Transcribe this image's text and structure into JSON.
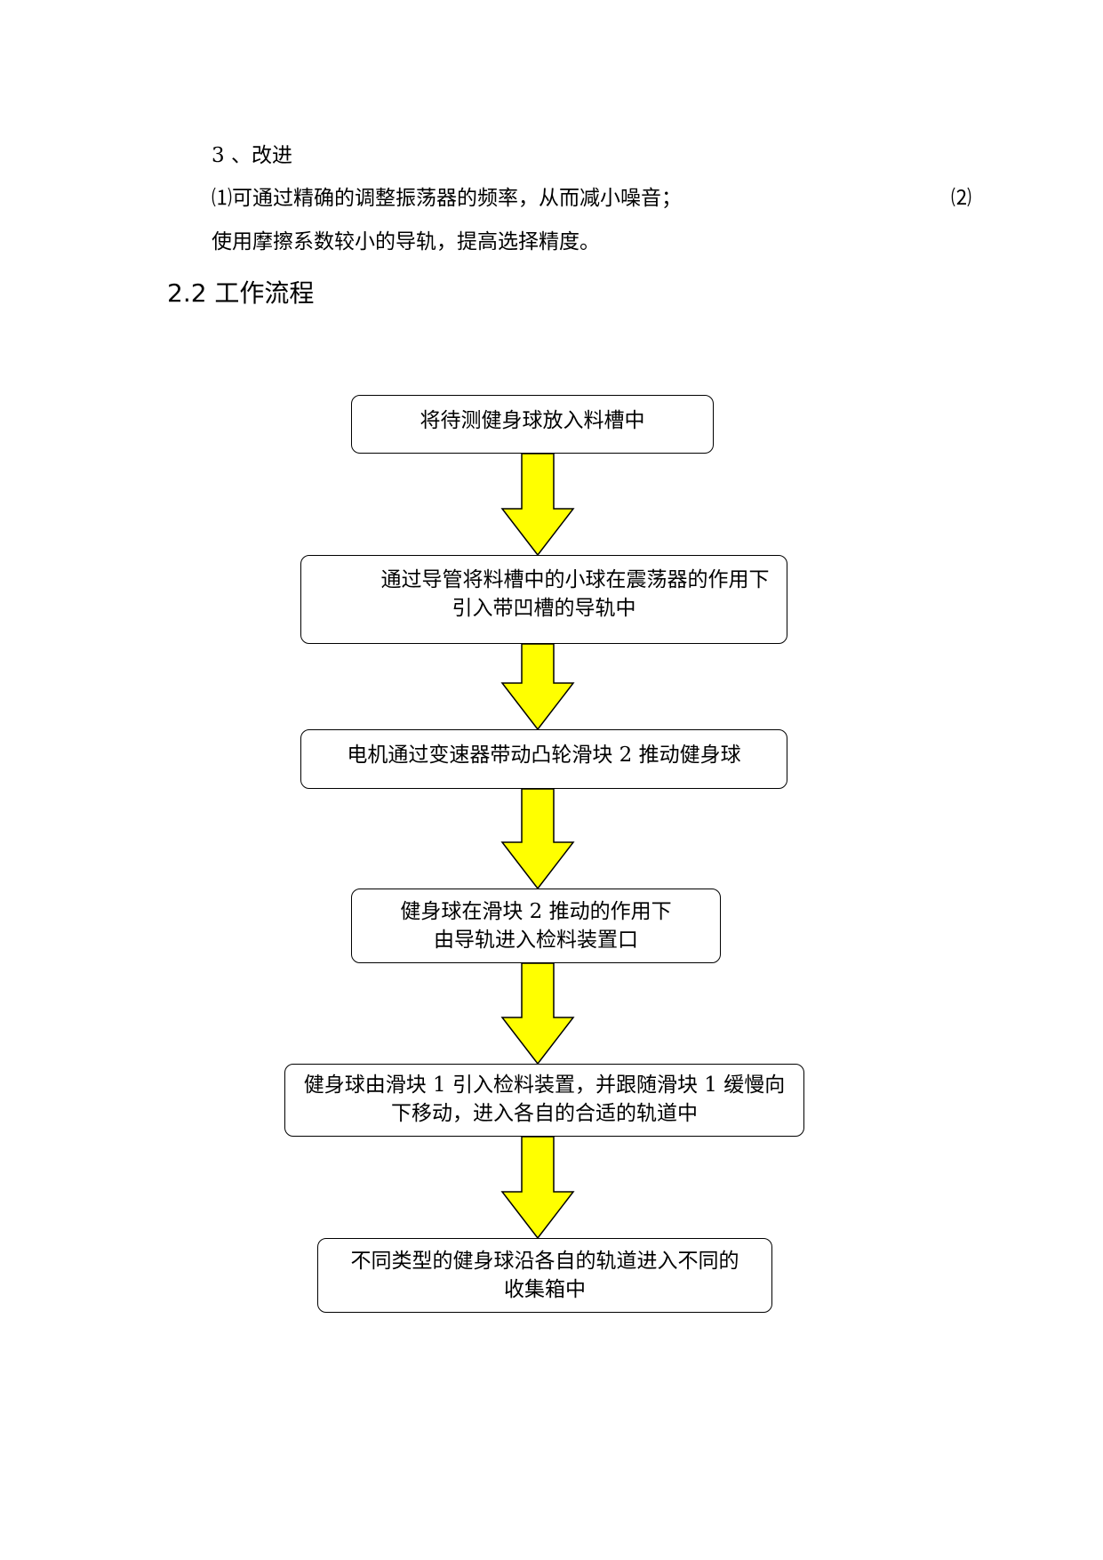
{
  "document": {
    "section_line": "3 、改进",
    "item1_line": "⑴可通过精确的调整振荡器的频率，从而减小噪音；",
    "item2_number": "⑵",
    "item2_text": "使用摩擦系数较小的导轨，提高选择精度。",
    "heading": "2.2 工作流程"
  },
  "flowchart": {
    "arrow_color": "#FFFF00",
    "steps": [
      {
        "lines": [
          "将待测健身球放入料槽中"
        ]
      },
      {
        "lines": [
          "通过导管将料槽中的小球在震荡器的作用下",
          "引入带凹槽的导轨中"
        ]
      },
      {
        "lines": [
          "电机通过变速器带动凸轮滑块 2 推动健身球"
        ]
      },
      {
        "lines": [
          "健身球在滑块 2 推动的作用下",
          "由导轨进入检料装置口"
        ]
      },
      {
        "lines": [
          "健身球由滑块 1 引入检料装置，并跟随滑块 1 缓慢向",
          "下移动，进入各自的合适的轨道中"
        ]
      },
      {
        "lines": [
          "不同类型的健身球沿各自的轨道进入不同的",
          "收集箱中"
        ]
      }
    ]
  }
}
